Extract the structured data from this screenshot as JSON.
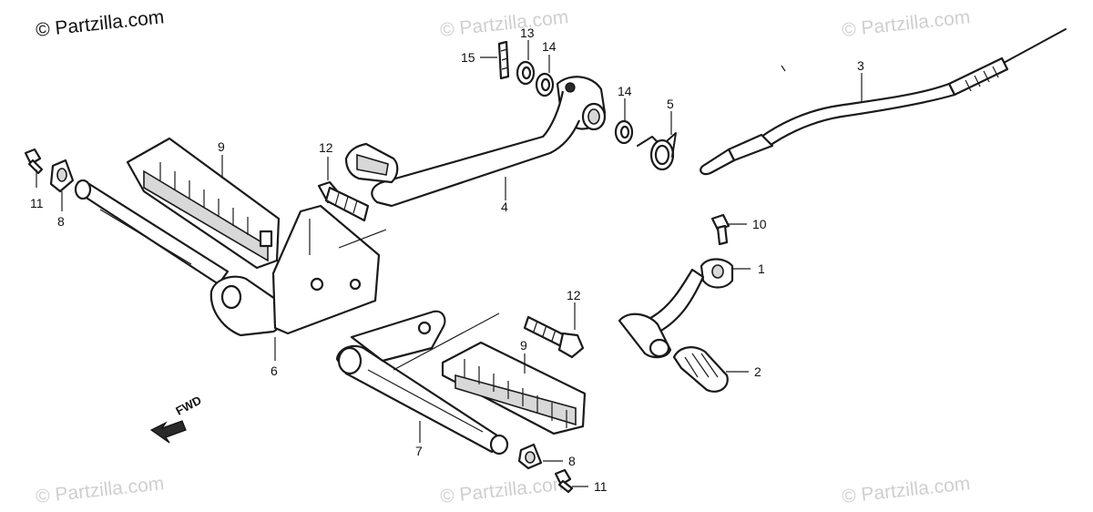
{
  "copyright": "© Partzilla.com",
  "watermark": "© Partzilla.com",
  "direction_label": "FWD",
  "callouts": {
    "c1": "1",
    "c2": "2",
    "c3": "3",
    "c4": "4",
    "c5": "5",
    "c6": "6",
    "c7": "7",
    "c8a": "8",
    "c8b": "8",
    "c9a": "9",
    "c9b": "9",
    "c10": "10",
    "c11a": "11",
    "c11b": "11",
    "c12a": "12",
    "c12b": "12",
    "c13": "13",
    "c14a": "14",
    "c14b": "14",
    "c15": "15"
  }
}
